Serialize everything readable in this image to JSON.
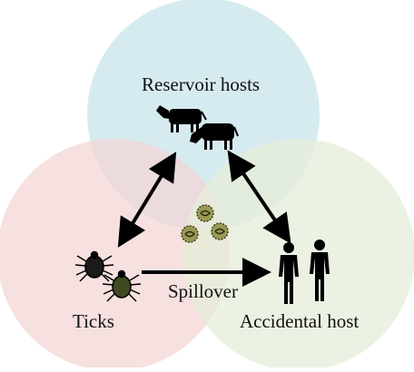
{
  "labels": {
    "reservoir": "Reservoir hosts",
    "ticks": "Ticks",
    "accidental": "Accidental host",
    "spillover": "Spillover"
  },
  "colors": {
    "reservoir_circle": "#cfe8ec",
    "ticks_circle": "#f3d6d6",
    "accidental_circle": "#e6edd9",
    "arrow": "#000000",
    "pathogen": "#8a8a4a"
  },
  "icons": {
    "reservoir": [
      "cow-icon",
      "cow-icon"
    ],
    "ticks": [
      "tick-icon",
      "tick-icon"
    ],
    "accidental": [
      "person-icon",
      "person-icon"
    ],
    "center": [
      "pathogen-icon",
      "pathogen-icon",
      "pathogen-icon"
    ]
  }
}
